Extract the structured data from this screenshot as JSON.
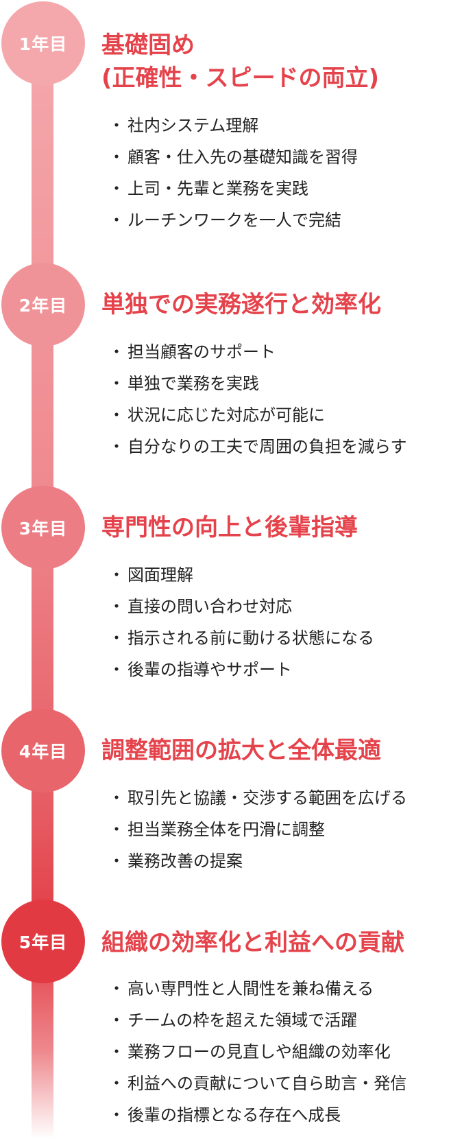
{
  "colors": {
    "title": "#e5434b",
    "badge_1": "#f4a8ac",
    "badge_2": "#f09398",
    "badge_3": "#ec7d84",
    "badge_4": "#e8656c",
    "badge_5": "#e23a42"
  },
  "bullet": "・",
  "stages": [
    {
      "badge": "1年目",
      "title_lines": [
        "基礎固め",
        "(正確性・スピードの両立)"
      ],
      "items": [
        "社内システム理解",
        "顧客・仕入先の基礎知識を習得",
        "上司・先輩と業務を実践",
        "ルーチンワークを一人で完結"
      ]
    },
    {
      "badge": "2年目",
      "title_lines": [
        "単独での実務遂行と効率化"
      ],
      "items": [
        "担当顧客のサポート",
        "単独で業務を実践",
        "状況に応じた対応が可能に",
        "自分なりの工夫で周囲の負担を減らす"
      ]
    },
    {
      "badge": "3年目",
      "title_lines": [
        "専門性の向上と後輩指導"
      ],
      "items": [
        "図面理解",
        "直接の問い合わせ対応",
        "指示される前に動ける状態になる",
        "後輩の指導やサポート"
      ]
    },
    {
      "badge": "4年目",
      "title_lines": [
        "調整範囲の拡大と全体最適"
      ],
      "items": [
        "取引先と協議・交渉する範囲を広げる",
        "担当業務全体を円滑に調整",
        "業務改善の提案"
      ]
    },
    {
      "badge": "5年目",
      "title_lines": [
        "組織の効率化と利益への貢献"
      ],
      "items": [
        "高い専門性と人間性を兼ね備える",
        "チームの枠を超えた領域で活躍",
        "業務フローの見直しや組織の効率化",
        "利益への貢献について自ら助言・発信",
        "後輩の指標となる存在へ成長"
      ]
    }
  ]
}
